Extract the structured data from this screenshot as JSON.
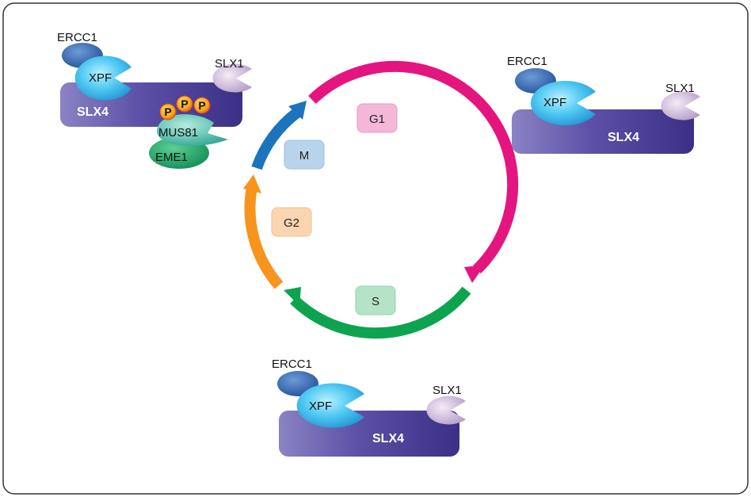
{
  "phases": {
    "g1": "G1",
    "s": "S",
    "g2": "G2",
    "m": "M"
  },
  "complex_top_left": {
    "ercc1": "ERCC1",
    "xpf": "XPF",
    "slx1": "SLX1",
    "slx4": "SLX4",
    "phospho": [
      "P",
      "P",
      "P"
    ],
    "mus81": "MUS81",
    "eme1": "EME1"
  },
  "complex_top_right": {
    "ercc1": "ERCC1",
    "xpf": "XPF",
    "slx1": "SLX1",
    "slx4": "SLX4"
  },
  "complex_bottom": {
    "ercc1": "ERCC1",
    "xpf": "XPF",
    "slx1": "SLX1",
    "slx4": "SLX4"
  },
  "colors": {
    "g1_arrow": "#e5157f",
    "s_arrow": "#0ea34f",
    "g2_arrow": "#f7941d",
    "m_arrow": "#1c75bc",
    "g1_box": "#f5b7d8",
    "s_box": "#b5e3c8",
    "g2_box": "#fbd5b0",
    "m_box": "#b9d3ec"
  }
}
